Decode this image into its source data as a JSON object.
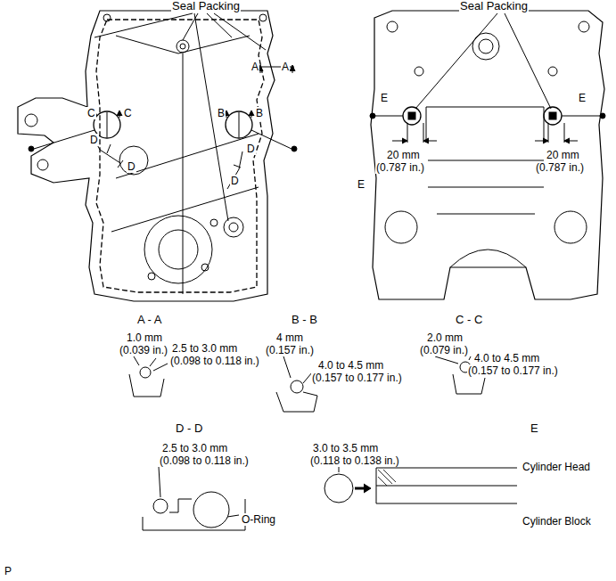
{
  "diagram": {
    "labels": [
      "Seal Packing",
      "A",
      "A",
      "C",
      "C",
      "B",
      "B",
      "D",
      "D",
      "D",
      "D",
      "Seal Packing",
      "E",
      "E",
      "E",
      "20 mm",
      "(0.787 in.)",
      "20 mm",
      "(0.787 in.)",
      "A - A",
      "B - B",
      "C - C",
      "1.0 mm",
      "(0.039 in.)",
      "2.5 to 3.0 mm",
      "(0.098 to 0.118 in.)",
      "4 mm",
      "(0.157 in.)",
      "4.0 to 4.5 mm",
      "(0.157 to 0.177 in.)",
      "2.0 mm",
      "(0.079 in.)",
      "4.0 to 4.5 mm",
      "(0.157 to 0.177 in.)",
      "D - D",
      "E",
      "2.5 to 3.0 mm",
      "(0.098 to 0.118 in.)",
      "O-Ring",
      "3.0 to 3.5 mm",
      "(0.118 to 0.138 in.)",
      "Cylinder Head",
      "Cylinder Block",
      "P"
    ]
  }
}
